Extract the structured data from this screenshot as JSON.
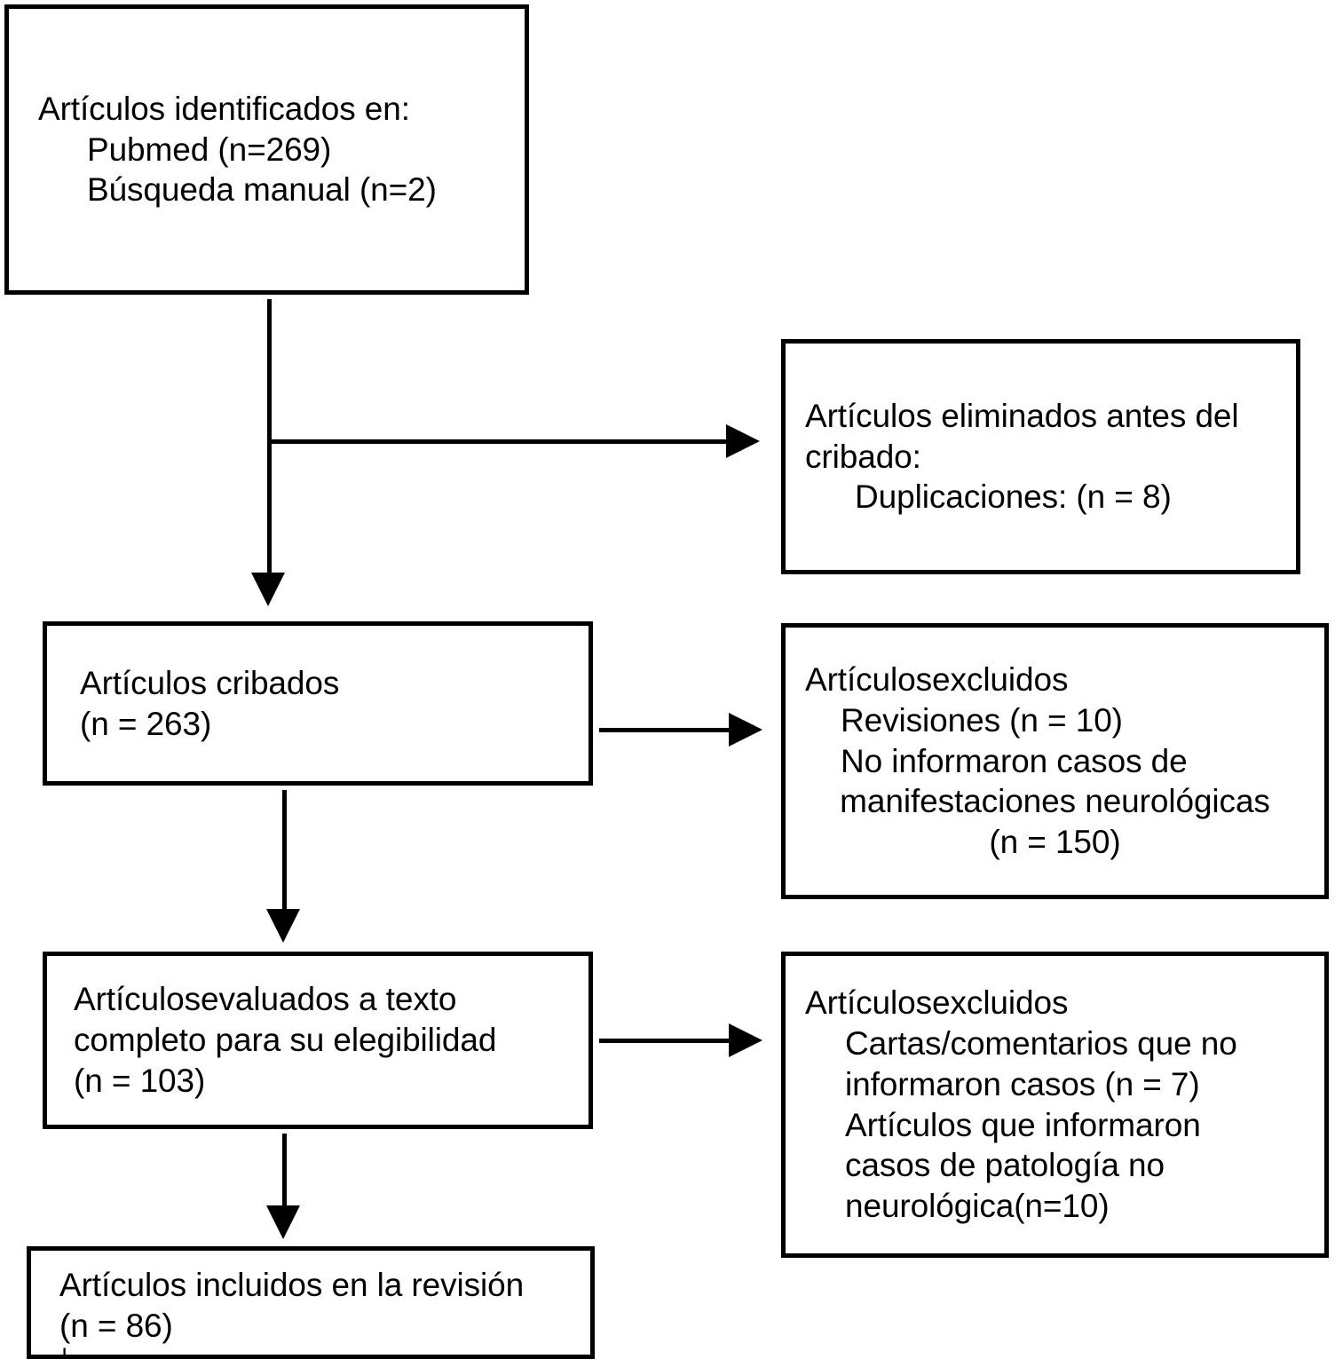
{
  "diagram": {
    "title": "PRISMA flow diagram",
    "colors": {
      "border": "#000000",
      "background": "#ffffff",
      "text": "#000000"
    },
    "boxes": {
      "identified": {
        "name": "records-identified",
        "lines": [
          "Artículos identificados en:",
          "Pubmed (n=269)",
          "Búsqueda manual (n=2)"
        ]
      },
      "removed": {
        "name": "records-removed-before-screening",
        "lines": [
          "Artículos eliminados antes del",
          "cribado:",
          "Duplicaciones: (n = 8)"
        ]
      },
      "screened": {
        "name": "records-screened",
        "lines": [
          "Artículos cribados",
          "(n = 263)"
        ]
      },
      "excluded_screening": {
        "name": "records-excluded-screening",
        "lines": [
          "Artículosexcluidos",
          "Revisiones (n = 10)",
          "No informaron casos de",
          "manifestaciones neurológicas",
          "(n = 150)"
        ]
      },
      "eligibility": {
        "name": "reports-assessed-for-eligibility",
        "lines": [
          "Artículosevaluados a texto",
          "completo para su elegibilidad",
          "(n = 103)"
        ]
      },
      "excluded_eligibility": {
        "name": "reports-excluded-eligibility",
        "lines": [
          "Artículosexcluidos",
          "Cartas/comentarios que no",
          "informaron casos (n = 7)",
          "Artículos que informaron",
          "casos de patología no",
          "neurológica(n=10)"
        ]
      },
      "included": {
        "name": "studies-included-in-review",
        "lines": [
          "Artículos incluidos en la revisión",
          "(n = 86)"
        ],
        "tick_mark": "ı"
      }
    },
    "connectors": [
      {
        "name": "identified-to-screened",
        "type": "arrow-down"
      },
      {
        "name": "identified-to-removed",
        "type": "arrow-right"
      },
      {
        "name": "screened-to-eligibility",
        "type": "arrow-down"
      },
      {
        "name": "screened-to-excluded",
        "type": "arrow-right"
      },
      {
        "name": "eligibility-to-included",
        "type": "arrow-down"
      },
      {
        "name": "eligibility-to-excluded",
        "type": "arrow-right"
      }
    ]
  }
}
